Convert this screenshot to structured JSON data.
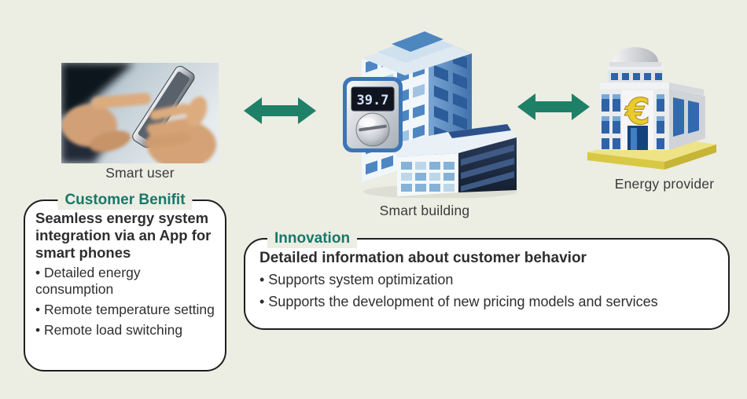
{
  "colors": {
    "background": "#ECEDE3",
    "accent_teal_title": "#16796A",
    "arrow_green": "#1E8067",
    "box_border": "#1F1F1F",
    "box_background": "#FFFFFF",
    "body_text": "#2E2E2E",
    "label_text": "#3A3A3A"
  },
  "nodes": {
    "smart_user": {
      "label": "Smart user"
    },
    "smart_building": {
      "label": "Smart building",
      "thermostat_reading": "39.7"
    },
    "energy_provider": {
      "label": "Energy provider",
      "currency_symbol": "€"
    }
  },
  "customer_benefit": {
    "title": "Customer Benifit",
    "heading": "Seamless energy system integration via an App for smart phones",
    "items": [
      "• Detailed energy consumption",
      "• Remote temperature setting",
      "• Remote load switching"
    ]
  },
  "innovation": {
    "title": "Innovation",
    "heading": "Detailed information about customer behavior",
    "items": [
      "• Supports system optimization",
      "• Supports the development of new pricing models and services"
    ]
  }
}
